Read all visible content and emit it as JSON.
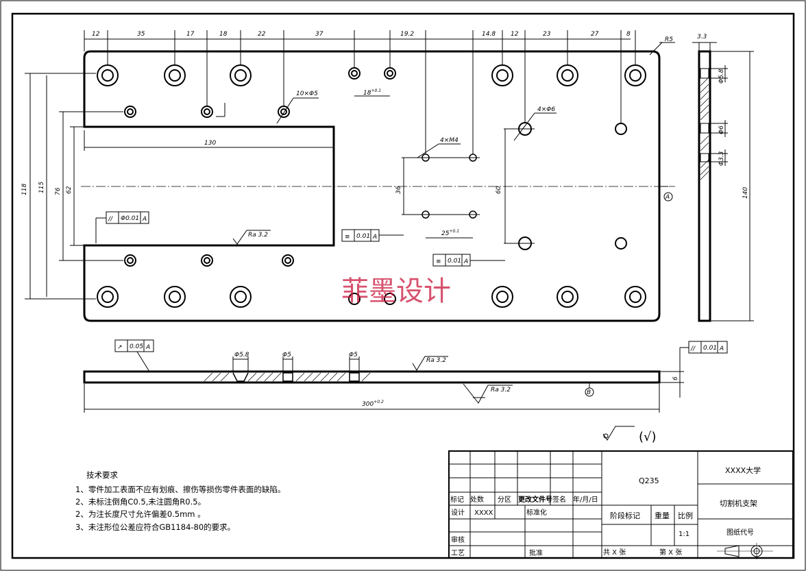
{
  "top_dimensions": [
    "12",
    "35",
    "17",
    "18",
    "22",
    "37",
    "19.2",
    "14.8",
    "12",
    "23",
    "27",
    "8"
  ],
  "radius_label": "R5",
  "side_thickness_top": "3.3",
  "callouts": {
    "holes_10x5": "10×Φ5",
    "holes_4xM4": "4×M4",
    "holes_4x6": "4×Φ6",
    "dim_130": "130",
    "dim_18": "18",
    "dim_18_tol": "+0.1",
    "dim_25": "25",
    "dim_25_tol": "+0.1",
    "dim_36": "36",
    "dim_60": "60",
    "dim_62": "62",
    "dim_76": "76",
    "dim_115": "115",
    "dim_118": "118",
    "dim_140": "140",
    "dim_300": "300",
    "dim_300_tol": "+0.2",
    "dim_6": "6",
    "side_d58": "Φ5.8",
    "side_d6": "Φ6",
    "side_d33": "Φ3.3",
    "bottom_d58": "Φ5.8",
    "bottom_d5a": "Φ5",
    "bottom_d5b": "Φ5"
  },
  "roughness": {
    "ra1": "Ra 3.2",
    "ra2": "Ra 3.2",
    "ra3": "Ra 3.2",
    "general": "(√)"
  },
  "tolerance_frames": {
    "parallel_top": {
      "symbol": "//",
      "value": "Φ0.01",
      "datum": "A"
    },
    "symmetry_1": {
      "symbol": "≡",
      "value": "0.01",
      "datum": "A"
    },
    "symmetry_2": {
      "symbol": "≡",
      "value": "0.01",
      "datum": "A"
    },
    "runout": {
      "symbol": "↗",
      "value": "0.05",
      "datum": "A"
    },
    "parallel_right": {
      "symbol": "//",
      "value": "0.01",
      "datum": "A"
    }
  },
  "datums": {
    "a": "A",
    "b": "B"
  },
  "watermark": "菲墨设计",
  "requirements": {
    "title": "技术要求",
    "items": [
      "1、零件加工表面不应有划痕、擦伤等损伤零件表面的缺陷。",
      "2、未标注倒角C0.5,未注圆角R0.5。",
      "2、为注长度尺寸允许偏差0.5mm 。",
      "3、未注形位公差应符合GB1184-80的要求。"
    ]
  },
  "title_block": {
    "material": "Q235",
    "school": "XXXX大学",
    "part_name": "切割机支架",
    "drawing_no_label": "图纸代号",
    "row_labels": [
      "标记",
      "处数",
      "分区",
      "更改文件号",
      "签名",
      "年/月/日"
    ],
    "design_label": "设计",
    "designer": "XXXX",
    "standard_label": "标准化",
    "review_label": "审核",
    "process_label": "工艺",
    "approve_label": "批准",
    "stage_label": "阶段标记",
    "weight_label": "重量",
    "scale_label": "比例",
    "scale_value": "1:1",
    "total_sheets": "共 X 张",
    "sheet_no": "第 X 张"
  }
}
